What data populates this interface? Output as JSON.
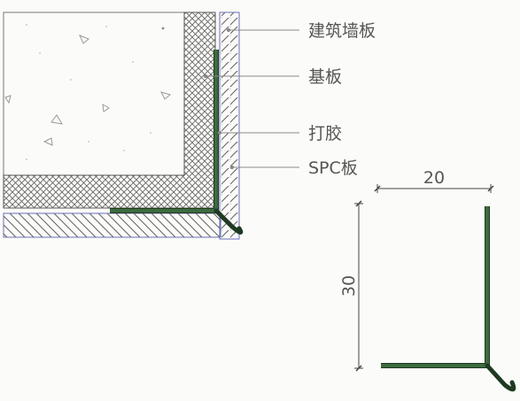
{
  "labels": {
    "wall": "建筑墙板",
    "base_board": "基板",
    "glue": "打胶",
    "spc_board": "SPC板"
  },
  "dimensions": {
    "width_value": "20",
    "height_value": "30"
  },
  "colors": {
    "trim_green": "#3d6b3f",
    "trim_outline": "#1f3a21",
    "outline_blue": "#6a6fb8",
    "hatch_gray": "#6f6f6f",
    "text_gray": "#555555"
  }
}
